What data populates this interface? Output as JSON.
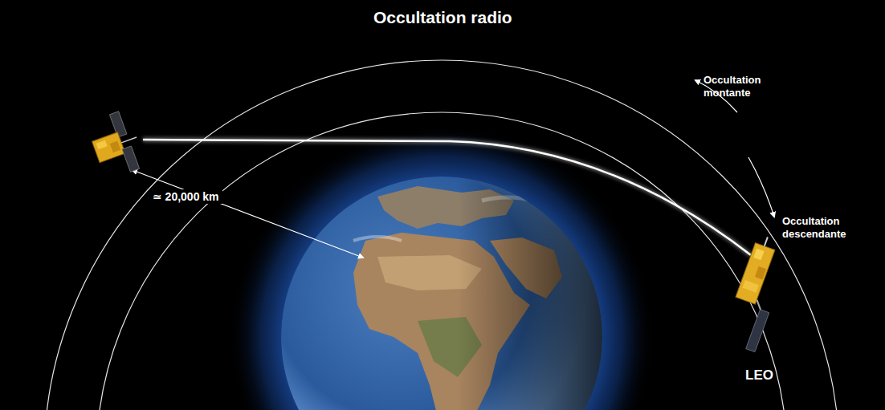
{
  "diagram": {
    "title": "Occultation radio",
    "labels": [
      "≃ 20,000 km",
      "Occultation montante",
      "Occultation descendante",
      "LEO"
    ]
  }
}
